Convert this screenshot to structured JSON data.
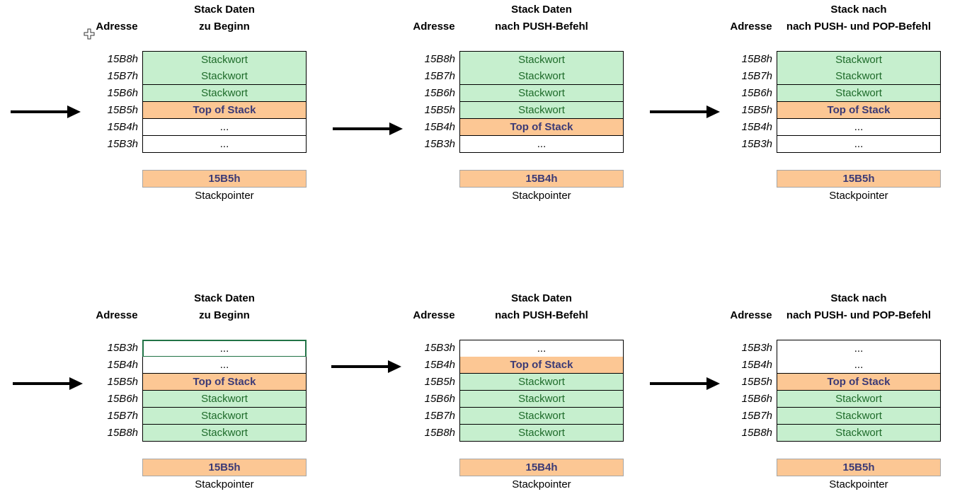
{
  "panels": [
    {
      "title1": "Stack Daten",
      "title2": "zu Beginn",
      "addr_header": "Adresse",
      "rows": [
        {
          "addr": "15B8h",
          "text": "Stackwort"
        },
        {
          "addr": "15B7h",
          "text": "Stackwort"
        },
        {
          "addr": "15B6h",
          "text": "Stackwort"
        },
        {
          "addr": "15B5h",
          "text": "Top of Stack"
        },
        {
          "addr": "15B4h",
          "text": "..."
        },
        {
          "addr": "15B3h",
          "text": "..."
        }
      ],
      "sp_value": "15B5h",
      "sp_label": "Stackpointer"
    },
    {
      "title1": "Stack Daten",
      "title2": "nach PUSH-Befehl",
      "addr_header": "Adresse",
      "rows": [
        {
          "addr": "15B8h",
          "text": "Stackwort"
        },
        {
          "addr": "15B7h",
          "text": "Stackwort"
        },
        {
          "addr": "15B6h",
          "text": "Stackwort"
        },
        {
          "addr": "15B5h",
          "text": "Stackwort"
        },
        {
          "addr": "15B4h",
          "text": "Top of Stack"
        },
        {
          "addr": "15B3h",
          "text": "..."
        }
      ],
      "sp_value": "15B4h",
      "sp_label": "Stackpointer"
    },
    {
      "title1": "Stack nach",
      "title2": "nach PUSH- und POP-Befehl",
      "addr_header": "Adresse",
      "rows": [
        {
          "addr": "15B8h",
          "text": "Stackwort"
        },
        {
          "addr": "15B7h",
          "text": "Stackwort"
        },
        {
          "addr": "15B6h",
          "text": "Stackwort"
        },
        {
          "addr": "15B5h",
          "text": "Top of Stack"
        },
        {
          "addr": "15B4h",
          "text": "..."
        },
        {
          "addr": "15B3h",
          "text": "..."
        }
      ],
      "sp_value": "15B5h",
      "sp_label": "Stackpointer"
    },
    {
      "title1": "Stack Daten",
      "title2": "zu Beginn",
      "addr_header": "Adresse",
      "rows": [
        {
          "addr": "15B3h",
          "text": "..."
        },
        {
          "addr": "15B4h",
          "text": "..."
        },
        {
          "addr": "15B5h",
          "text": "Top of Stack"
        },
        {
          "addr": "15B6h",
          "text": "Stackwort"
        },
        {
          "addr": "15B7h",
          "text": "Stackwort"
        },
        {
          "addr": "15B8h",
          "text": "Stackwort"
        }
      ],
      "sp_value": "15B5h",
      "sp_label": "Stackpointer"
    },
    {
      "title1": "Stack Daten",
      "title2": "nach PUSH-Befehl",
      "addr_header": "Adresse",
      "rows": [
        {
          "addr": "15B3h",
          "text": "..."
        },
        {
          "addr": "15B4h",
          "text": "Top of Stack"
        },
        {
          "addr": "15B5h",
          "text": "Stackwort"
        },
        {
          "addr": "15B6h",
          "text": "Stackwort"
        },
        {
          "addr": "15B7h",
          "text": "Stackwort"
        },
        {
          "addr": "15B8h",
          "text": "Stackwort"
        }
      ],
      "sp_value": "15B4h",
      "sp_label": "Stackpointer"
    },
    {
      "title1": "Stack nach",
      "title2": "nach PUSH- und POP-Befehl",
      "addr_header": "Adresse",
      "rows": [
        {
          "addr": "15B3h",
          "text": "..."
        },
        {
          "addr": "15B4h",
          "text": "..."
        },
        {
          "addr": "15B5h",
          "text": "Top of Stack"
        },
        {
          "addr": "15B6h",
          "text": "Stackwort"
        },
        {
          "addr": "15B7h",
          "text": "Stackwort"
        },
        {
          "addr": "15B8h",
          "text": "Stackwort"
        }
      ],
      "sp_value": "15B5h",
      "sp_label": "Stackpointer"
    }
  ],
  "colors": {
    "stackwort_fill": "#c6efce",
    "stackwort_text": "#1e6b2a",
    "top_fill": "#fcc794",
    "top_text": "#3b3a76"
  },
  "icons": {
    "cursor": "cross-cursor-icon",
    "arrow": "right-arrow-icon"
  }
}
